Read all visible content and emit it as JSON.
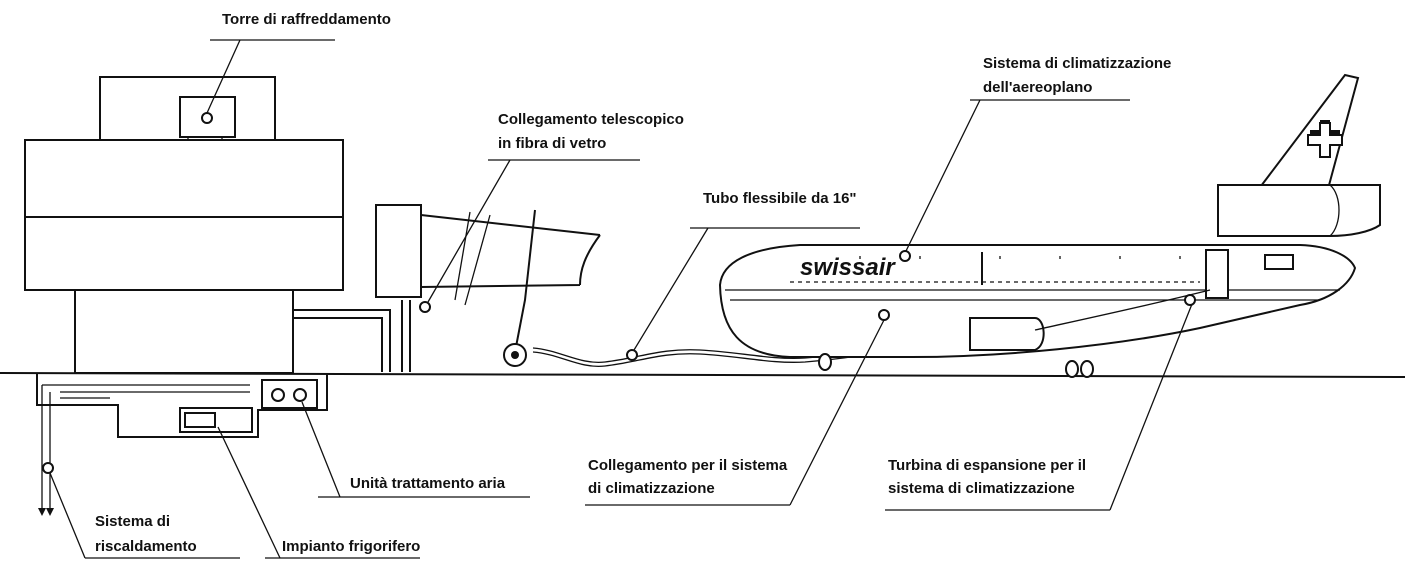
{
  "labels": {
    "cooling_tower": "Torre di raffreddamento",
    "telescopic_link_1": "Collegamento telescopico",
    "telescopic_link_2": "in fibra di vetro",
    "flex_hose": "Tubo flessibile da 16\"",
    "aircraft_ac_1": "Sistema di climatizzazione",
    "aircraft_ac_2": "dell'aereoplano",
    "ac_connection_1": "Collegamento per il sistema",
    "ac_connection_2": "di climatizzazione",
    "expansion_turbine_1": "Turbina di espansione per il",
    "expansion_turbine_2": "sistema di climatizzazione",
    "air_handling": "Unità trattamento aria",
    "heating_1": "Sistema di",
    "heating_2": "riscaldamento",
    "refrigeration": "Impianto frigorifero"
  },
  "aircraft_livery": "swissair"
}
